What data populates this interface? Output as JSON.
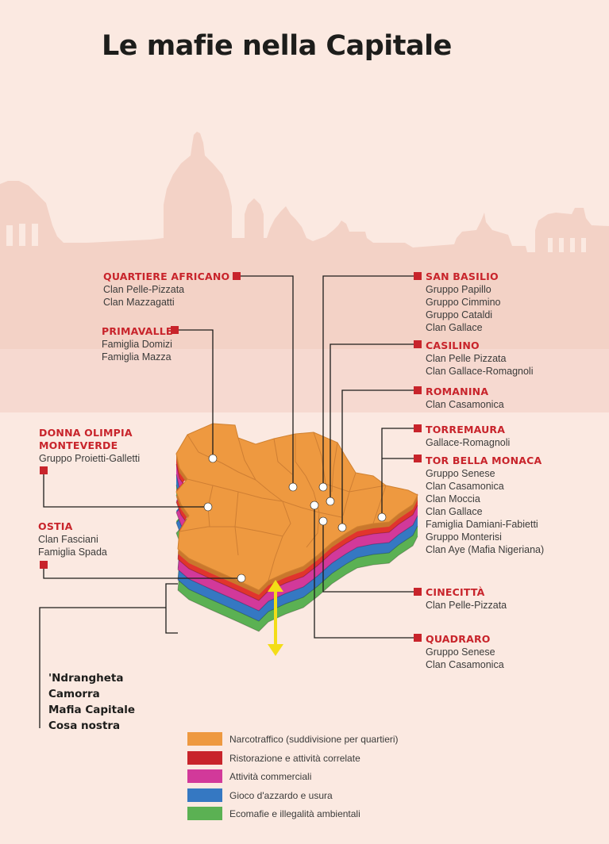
{
  "title": "Le mafie nella Capitale",
  "colors": {
    "background": "#fbe9e1",
    "skyline": "#f3d2c6",
    "label_red": "#c8242b",
    "narcotraffico": "#ee9940",
    "ristorazione": "#e1342d",
    "attivita_commerciali": "#d2399a",
    "gioco": "#3578c2",
    "ecomafie": "#5bb153",
    "arrow": "#f3dd17"
  },
  "zones_right": [
    {
      "name": "SAN BASILIO",
      "lines": [
        "Gruppo Papillo",
        "Gruppo Cimmino",
        "Gruppo Cataldi",
        "Clan Gallace"
      ]
    },
    {
      "name": "CASILINO",
      "lines": [
        "Clan Pelle Pizzata",
        "Clan Gallace-Romagnoli"
      ]
    },
    {
      "name": "ROMANINA",
      "lines": [
        "Clan Casamonica"
      ]
    },
    {
      "name": "TORREMAURA",
      "lines": [
        "Gallace-Romagnoli"
      ]
    },
    {
      "name": "TOR BELLA MONACA",
      "lines": [
        "Gruppo Senese",
        "Clan Casamonica",
        "Clan Moccia",
        "Clan Gallace",
        "Famiglia Damiani-Fabietti",
        "Gruppo Monterisi",
        "Clan Aye (Mafia Nigeriana)"
      ]
    },
    {
      "name": "CINECITTÀ",
      "lines": [
        "Clan Pelle-Pizzata"
      ]
    },
    {
      "name": "QUADRARO",
      "lines": [
        "Gruppo Senese",
        "Clan Casamonica"
      ]
    }
  ],
  "zones_left": [
    {
      "name": "QUARTIERE AFRICANO",
      "lines": [
        "Clan Pelle-Pizzata",
        "Clan Mazzagatti"
      ]
    },
    {
      "name": "PRIMAVALLE",
      "lines": [
        "Famiglia Domizi",
        "Famiglia Mazza"
      ]
    },
    {
      "name": "DONNA OLIMPIA",
      "name2": "MONTEVERDE",
      "lines": [
        "Gruppo Proietti-Galletti"
      ]
    },
    {
      "name": "OSTIA",
      "lines": [
        "Clan Fasciani",
        "Famiglia Spada"
      ]
    }
  ],
  "mafias": [
    "'Ndrangheta",
    "Camorra",
    "Mafia Capitale",
    "Cosa nostra"
  ],
  "legend": [
    {
      "label": "Narcotraffico (suddivisione per quartieri)",
      "color": "#ee9940"
    },
    {
      "label": "Ristorazione e attività correlate",
      "color": "#c8242b"
    },
    {
      "label": "Attività commerciali",
      "color": "#d2399a"
    },
    {
      "label": "Gioco d'azzardo e usura",
      "color": "#3578c2"
    },
    {
      "label": "Ecomafie e illegalità ambientali",
      "color": "#5bb153"
    }
  ]
}
